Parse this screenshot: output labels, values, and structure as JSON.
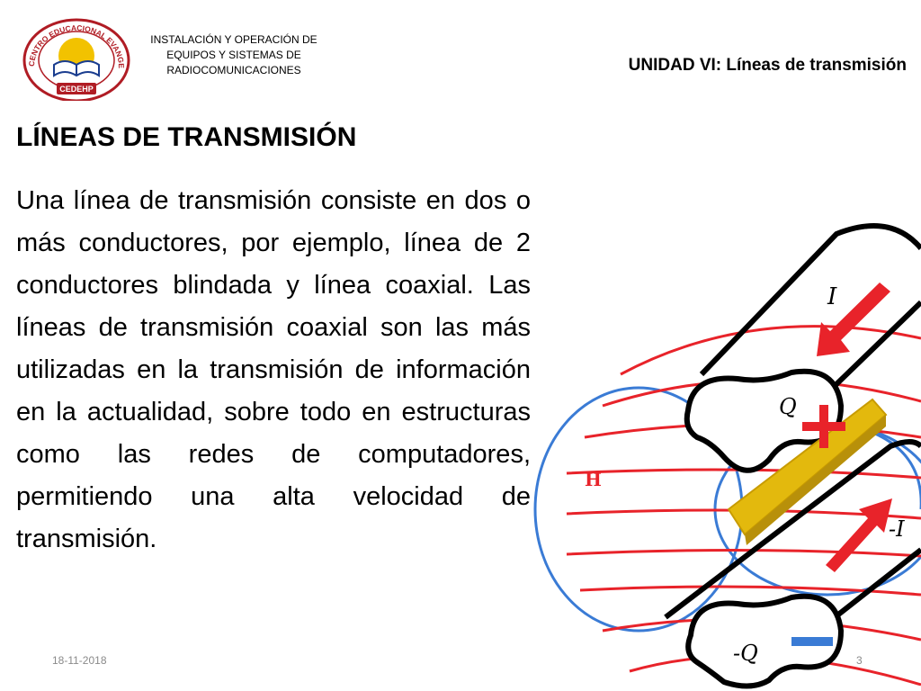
{
  "header": {
    "logo": {
      "ring_text": "CENTRO EDUCACIONAL EVANGELICO DE HUALPENCILLO",
      "badge": "CEDEHP",
      "colors": {
        "ring": "#b01c24",
        "sun": "#f2c200",
        "book": "#1a3d8f"
      }
    },
    "course_lines": [
      "INSTALACIÓN Y OPERACIÓN DE",
      "EQUIPOS Y SISTEMAS DE",
      "RADIOCOMUNICACIONES"
    ],
    "unit": "UNIDAD VI: Líneas de transmisión"
  },
  "title": "LÍNEAS DE TRANSMISIÓN",
  "body": " Una línea de transmisión consiste en dos o más conductores, por ejemplo, línea de 2 conductores blindada y línea coaxial. Las líneas de transmisión coaxial son las más utilizadas en la transmisión de información en la actualidad, sobre todo en estructuras como las redes de computadores, permitiendo una alta velocidad de transmisión.",
  "illustration": {
    "labels": {
      "current": "I",
      "charge": "Q",
      "field": "H",
      "neg_current": "-I",
      "neg_charge": "-Q"
    },
    "colors": {
      "field_lines": "#e8232a",
      "loops": "#3a7bd5",
      "plate": "#e3b90d",
      "arrow": "#e8232a"
    }
  },
  "footer": {
    "date": "18-11-2018",
    "page": "3"
  }
}
